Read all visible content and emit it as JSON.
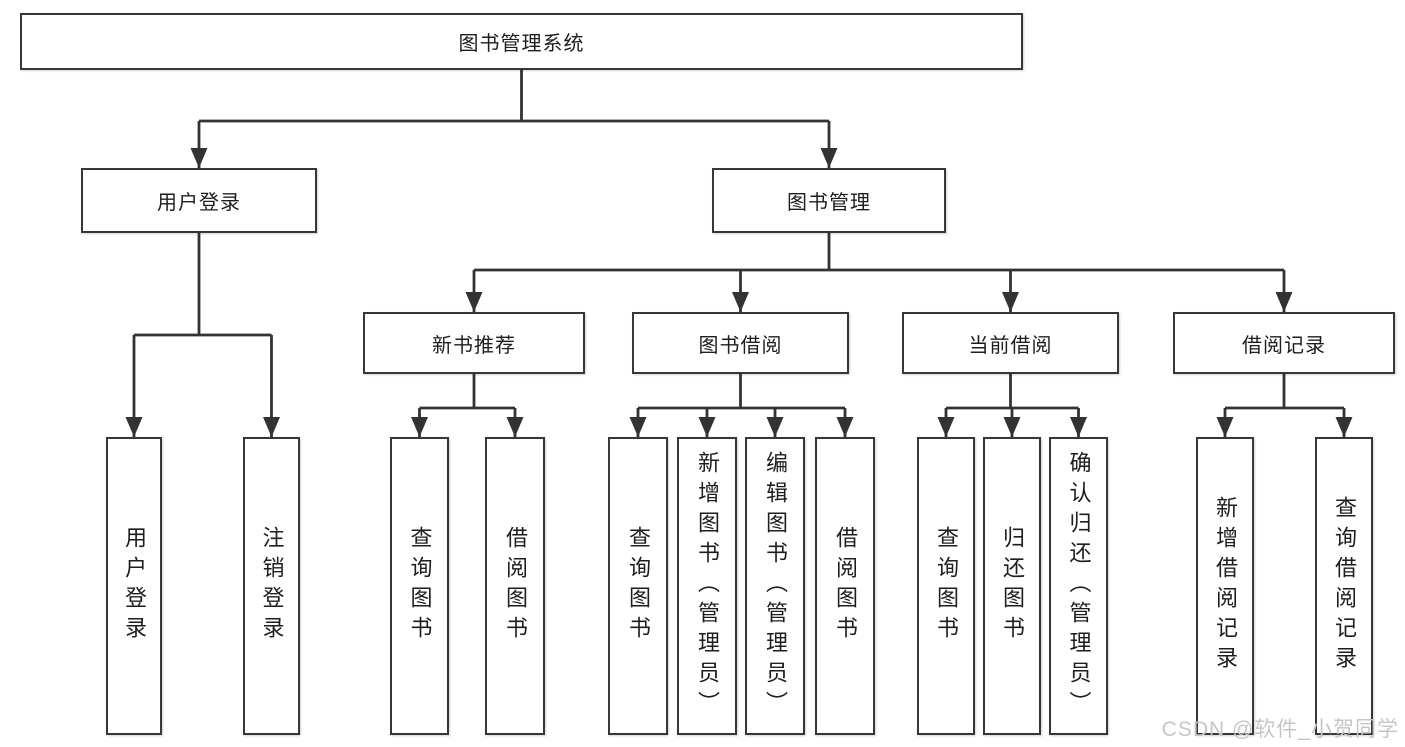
{
  "diagram_type": "hierarchy-tree",
  "colors": {
    "line": "#333333",
    "border": "#373737",
    "text": "#1e1e1e",
    "watermark": "#c6c6c6"
  },
  "watermark": "CSDN @软件_小贺同学",
  "nodes": {
    "root": {
      "label": "图书管理系统",
      "children": [
        "user_login",
        "book_mgmt"
      ]
    },
    "user_login": {
      "label": "用户登录",
      "children": [
        "leaf_user_login",
        "leaf_logout"
      ]
    },
    "book_mgmt": {
      "label": "图书管理",
      "children": [
        "new_book_rec",
        "book_borrow",
        "current_borrow",
        "borrow_records"
      ]
    },
    "new_book_rec": {
      "label": "新书推荐",
      "children": [
        "nbr_query",
        "nbr_borrow"
      ]
    },
    "book_borrow": {
      "label": "图书借阅",
      "children": [
        "bb_query",
        "bb_add",
        "bb_edit",
        "bb_borrow"
      ]
    },
    "current_borrow": {
      "label": "当前借阅",
      "children": [
        "cb_query",
        "cb_return",
        "cb_confirm"
      ]
    },
    "borrow_records": {
      "label": "借阅记录",
      "children": [
        "br_add",
        "br_query"
      ]
    },
    "leaf_user_login": {
      "label": "用户登录"
    },
    "leaf_logout": {
      "label": "注销登录"
    },
    "nbr_query": {
      "label": "查询图书"
    },
    "nbr_borrow": {
      "label": "借阅图书"
    },
    "bb_query": {
      "label": "查询图书"
    },
    "bb_add": {
      "label": "新增图书（管理员）"
    },
    "bb_edit": {
      "label": "编辑图书（管理员）"
    },
    "bb_borrow": {
      "label": "借阅图书"
    },
    "cb_query": {
      "label": "查询图书"
    },
    "cb_return": {
      "label": "归还图书"
    },
    "cb_confirm": {
      "label": "确认归还（管理员）"
    },
    "br_add": {
      "label": "新增借阅记录"
    },
    "br_query": {
      "label": "查询借阅记录"
    }
  }
}
